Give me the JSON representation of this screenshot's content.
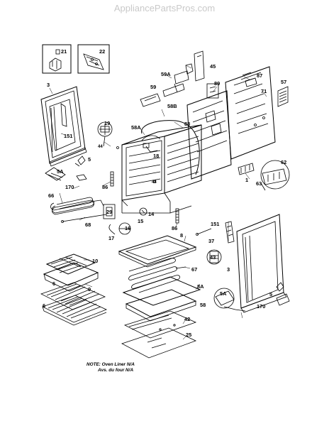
{
  "watermark": "AppliancePartsPros.com",
  "note": {
    "line1": "NOTE: Oven Liner N/A",
    "line2": "Avs. du four N/A"
  },
  "callouts": {
    "c21": "21",
    "c22": "22",
    "c45": "45",
    "c59A": "59A",
    "c89": "89",
    "c87": "87",
    "c57": "57",
    "c71": "71",
    "c59": "59",
    "c58B": "58B",
    "c88": "88",
    "c58A": "58A",
    "c3_left": "3",
    "c151_left": "151",
    "c19": "19",
    "c44_top": "44",
    "c18": "18",
    "c44_mid": "44",
    "c5_left": "5",
    "c5A_left": "5A",
    "c170_left": "170",
    "c86_left": "86",
    "c86_right": "86",
    "c1": "1",
    "c62": "62",
    "c63": "63",
    "c66": "66",
    "c29": "29",
    "c14": "14",
    "c15": "15",
    "c16": "16",
    "c17": "17",
    "c68": "68",
    "c151_right": "151",
    "c37": "37",
    "c8": "8",
    "c43": "43",
    "c3_right": "3",
    "c10": "10",
    "c67": "67",
    "c9": "9",
    "c8A": "8A",
    "c6_top": "6",
    "c6_bottom": "6",
    "c58": "58",
    "c5A_right": "5A",
    "c5_right": "5",
    "c170_right": "170",
    "c42": "42",
    "c25": "25"
  }
}
